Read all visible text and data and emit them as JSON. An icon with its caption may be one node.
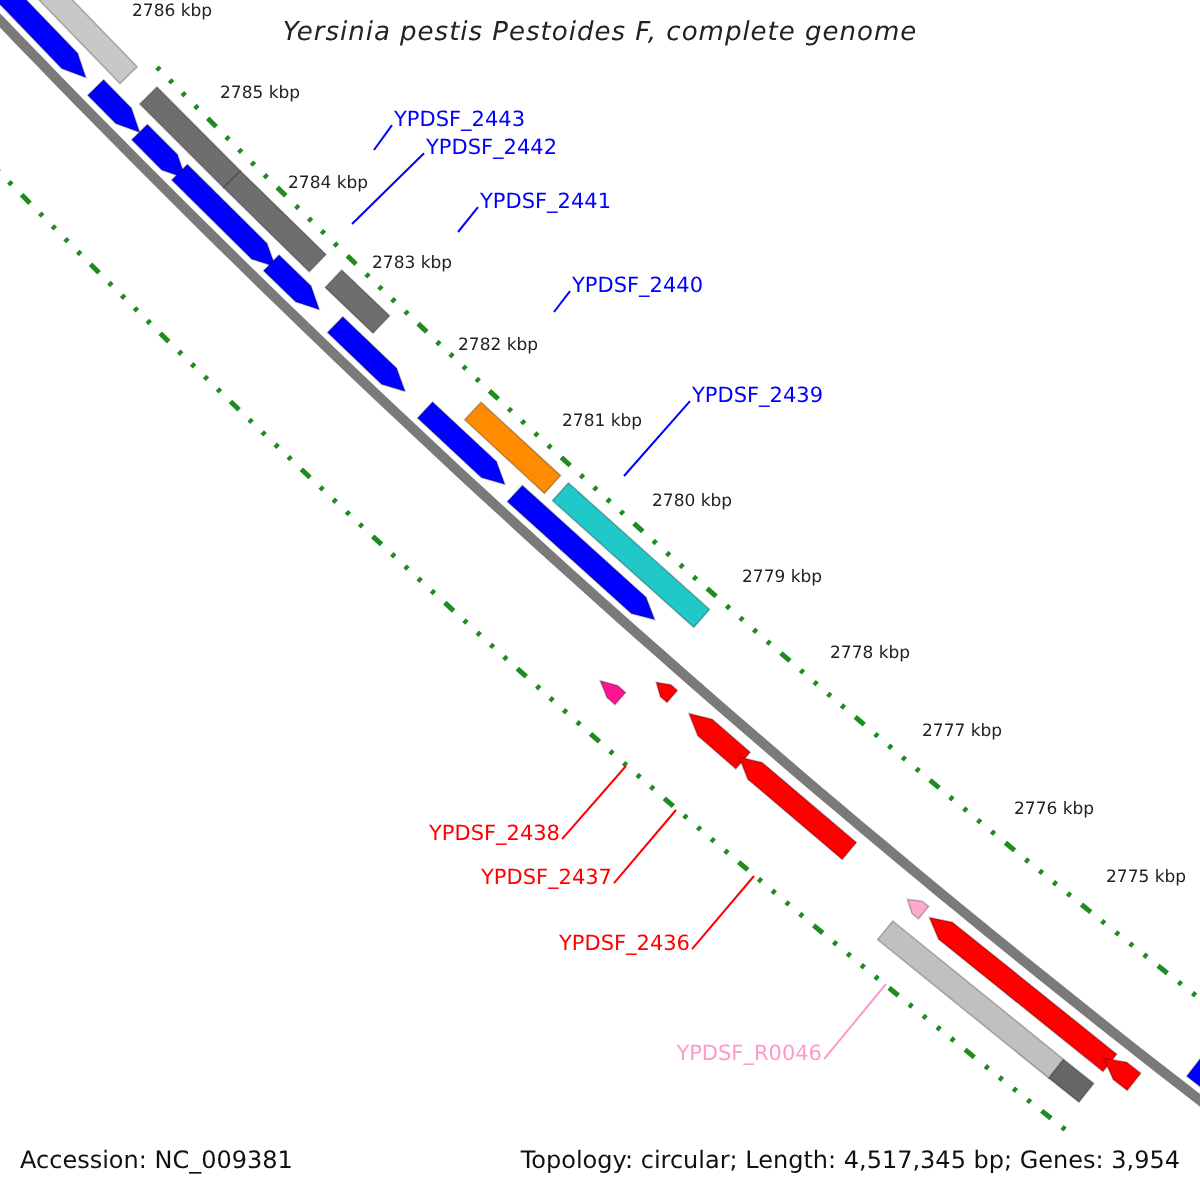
{
  "diagram": {
    "title": "Yersinia pestis Pestoides F, complete genome",
    "nodes": [
      {
        "text": [
          "YPDSF_2443"
        ]
      },
      {
        "text": [
          "YPDSF_2442"
        ]
      },
      {
        "text": [
          "YPDSF_2441"
        ]
      },
      {
        "text": [
          "YPDSF_2440"
        ]
      },
      {
        "text": [
          "YPDSF_2439"
        ]
      },
      {
        "text": [
          "YPDSF_2438"
        ]
      },
      {
        "text": [
          "YPDSF_2437"
        ]
      },
      {
        "text": [
          "YPDSF_2436"
        ]
      },
      {
        "text": [
          "YPDSF_R0046"
        ]
      }
    ],
    "edges": [
      {
        "from": 0,
        "to": null,
        "arrow": "none"
      },
      {
        "from": 1,
        "to": null,
        "arrow": "none"
      },
      {
        "from": 2,
        "to": null,
        "arrow": "none"
      },
      {
        "from": 3,
        "to": null,
        "arrow": "none"
      },
      {
        "from": 4,
        "to": null,
        "arrow": "none"
      },
      {
        "from": 5,
        "to": null,
        "arrow": "none",
        "color": "#ff0000"
      },
      {
        "from": 6,
        "to": null,
        "arrow": "none",
        "color": "#ff0000"
      },
      {
        "from": 7,
        "to": null,
        "arrow": "none",
        "color": "#ff0000"
      },
      {
        "from": 8,
        "to": null,
        "arrow": "none",
        "color": "#ff99cc"
      }
    ],
    "labels": [
      "2786 kbp",
      "2785 kbp",
      "2784 kbp",
      "2783 kbp",
      "2782 kbp",
      "2781 kbp",
      "2780 kbp",
      "2779 kbp",
      "2778 kbp",
      "2777 kbp",
      "2776 kbp",
      "2775 kbp",
      "Accession: NC_009381",
      "Topology: circular; Length: 4,517,345 bp; Genes: 3,954"
    ]
  }
}
